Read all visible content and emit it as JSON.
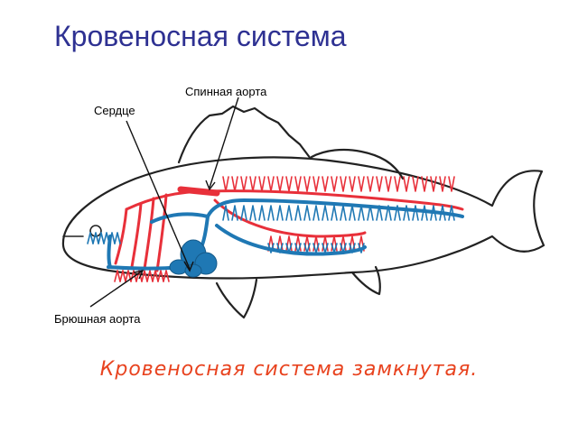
{
  "title": "Кровеносная система",
  "labels": {
    "dorsal_aorta": "Спинная аорта",
    "heart": "Сердце",
    "ventral_aorta": "Брюшная аорта"
  },
  "caption": "Кровеносная система замкнутая.",
  "colors": {
    "title": "#2e3192",
    "caption": "#e8431f",
    "arterial": "#e8303a",
    "venous": "#1f78b4",
    "outline": "#222222"
  }
}
